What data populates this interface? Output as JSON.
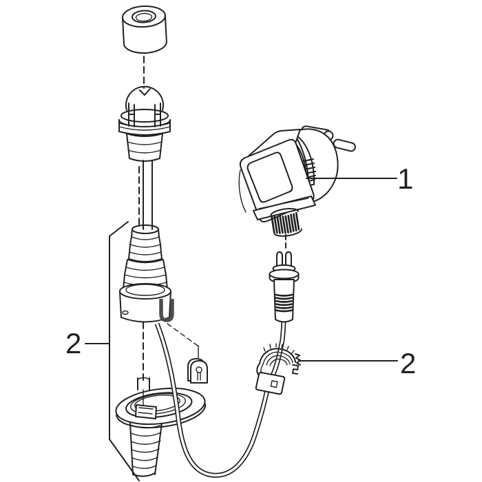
{
  "diagram": {
    "background": "#ffffff",
    "ink": "#231f20",
    "slot_gray": "#4d4d4d"
  },
  "callouts": {
    "part1": {
      "label": "1"
    },
    "part2_left": {
      "label": "2"
    },
    "part2_right": {
      "label": "2"
    }
  }
}
